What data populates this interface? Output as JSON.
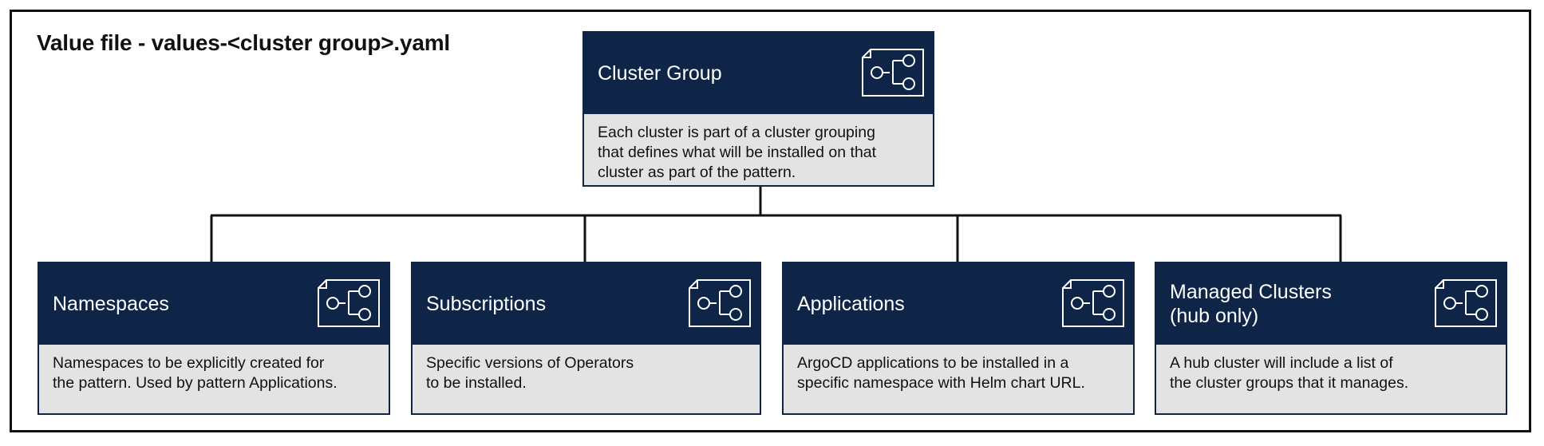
{
  "diagram": {
    "title": "Value file - values-<cluster group>.yaml",
    "root": {
      "title": "Cluster Group",
      "description": "Each cluster is part of a cluster grouping\nthat defines what will be installed on that\ncluster as part of the pattern.",
      "icon": "flow-chart-icon"
    },
    "children": [
      {
        "title": "Namespaces",
        "description": "Namespaces to be explicitly created for\nthe pattern. Used by pattern Applications.",
        "icon": "flow-chart-icon"
      },
      {
        "title": "Subscriptions",
        "description": "Specific versions of Operators\nto be installed.",
        "icon": "flow-chart-icon"
      },
      {
        "title": "Applications",
        "description": "ArgoCD applications to be installed in a\nspecific namespace with Helm chart URL.",
        "icon": "flow-chart-icon"
      },
      {
        "title": "Managed Clusters\n(hub only)",
        "description": "A hub cluster will include a list of\nthe cluster groups that it manages.",
        "icon": "flow-chart-icon"
      }
    ],
    "colors": {
      "header": "#0f2548",
      "body": "#e3e3e3",
      "line": "#111111"
    }
  }
}
